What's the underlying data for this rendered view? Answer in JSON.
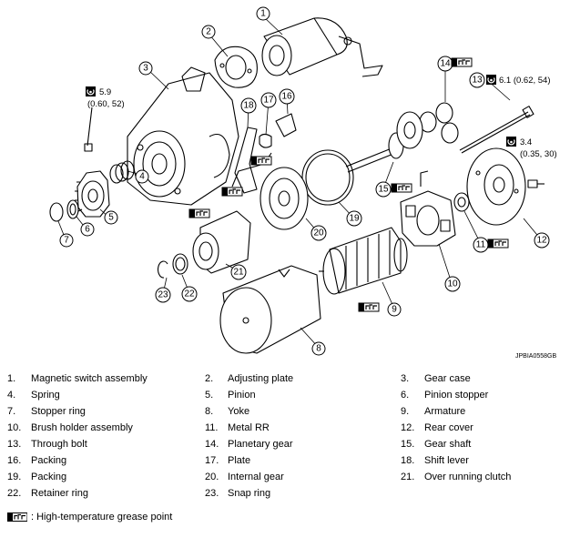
{
  "callouts": {
    "c1": "1",
    "c2": "2",
    "c3": "3",
    "c4": "4",
    "c5": "5",
    "c6": "6",
    "c7": "7",
    "c8": "8",
    "c9": "9",
    "c10": "10",
    "c11": "11",
    "c12": "12",
    "c13": "13",
    "c14": "14",
    "c15": "15",
    "c16": "16",
    "c17": "17",
    "c18": "18",
    "c19": "19",
    "c20": "20",
    "c21": "21",
    "c22": "22",
    "c23": "23"
  },
  "torque": {
    "t1_value": "5.9",
    "t1_units": "(0.60, 52)",
    "t2_label": "6.1 (0.62, 54)",
    "t3_value": "3.4",
    "t3_units": "(0.35, 30)"
  },
  "ref_code": "JPBIA0558GB",
  "legend": [
    {
      "num": "1.",
      "name": "Magnetic switch assembly"
    },
    {
      "num": "2.",
      "name": "Adjusting plate"
    },
    {
      "num": "3.",
      "name": "Gear case"
    },
    {
      "num": "4.",
      "name": "Spring"
    },
    {
      "num": "5.",
      "name": "Pinion"
    },
    {
      "num": "6.",
      "name": "Pinion stopper"
    },
    {
      "num": "7.",
      "name": "Stopper ring"
    },
    {
      "num": "8.",
      "name": "Yoke"
    },
    {
      "num": "9.",
      "name": "Armature"
    },
    {
      "num": "10.",
      "name": "Brush holder assembly"
    },
    {
      "num": "11.",
      "name": "Metal RR"
    },
    {
      "num": "12.",
      "name": "Rear cover"
    },
    {
      "num": "13.",
      "name": "Through bolt"
    },
    {
      "num": "14.",
      "name": "Planetary gear"
    },
    {
      "num": "15.",
      "name": "Gear shaft"
    },
    {
      "num": "16.",
      "name": "Packing"
    },
    {
      "num": "17.",
      "name": "Plate"
    },
    {
      "num": "18.",
      "name": "Shift lever"
    },
    {
      "num": "19.",
      "name": "Packing"
    },
    {
      "num": "20.",
      "name": "Internal gear"
    },
    {
      "num": "21.",
      "name": "Over running clutch"
    },
    {
      "num": "22.",
      "name": "Retainer ring"
    },
    {
      "num": "23.",
      "name": "Snap ring"
    }
  ],
  "grease_note": ": High-temperature grease point",
  "icons": {
    "grease": "grease-point-icon",
    "torque": "torque-wrench-icon"
  }
}
